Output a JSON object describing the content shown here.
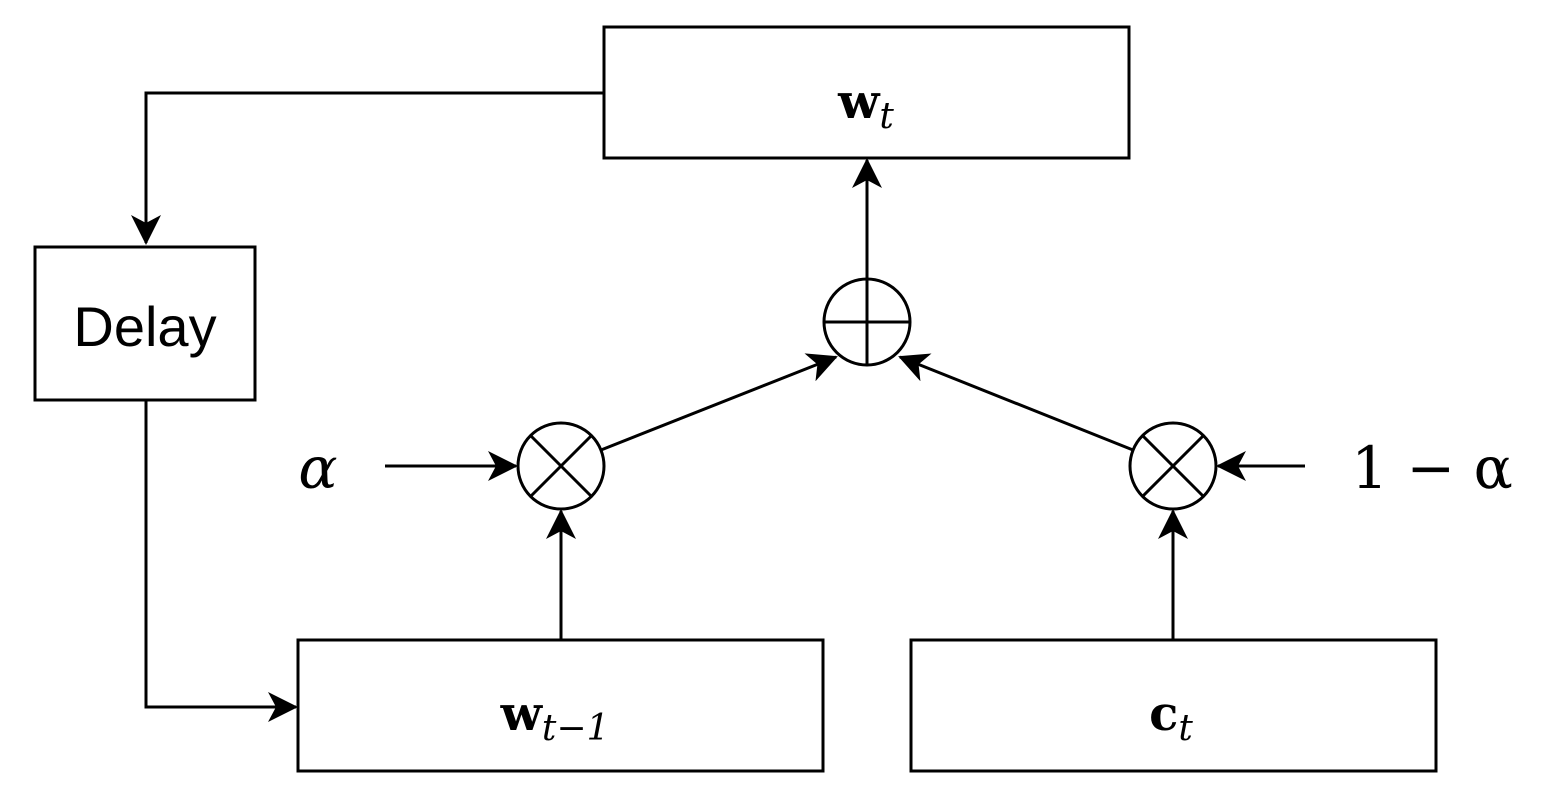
{
  "nodes": {
    "w_t": {
      "base": "w",
      "sub": "t"
    },
    "delay": {
      "label": "Delay"
    },
    "w_t_minus_1": {
      "base": "w",
      "sub": "t−1"
    },
    "c_t": {
      "base": "c",
      "sub": "t"
    },
    "sum_op": {
      "symbol": "plus-circle"
    },
    "mult_left": {
      "symbol": "times-circle"
    },
    "mult_right": {
      "symbol": "times-circle"
    }
  },
  "inputs": {
    "alpha": {
      "label": "α"
    },
    "one_minus_alpha": {
      "label": "1 − α"
    }
  },
  "colors": {
    "stroke": "#000000",
    "background": "#ffffff"
  }
}
